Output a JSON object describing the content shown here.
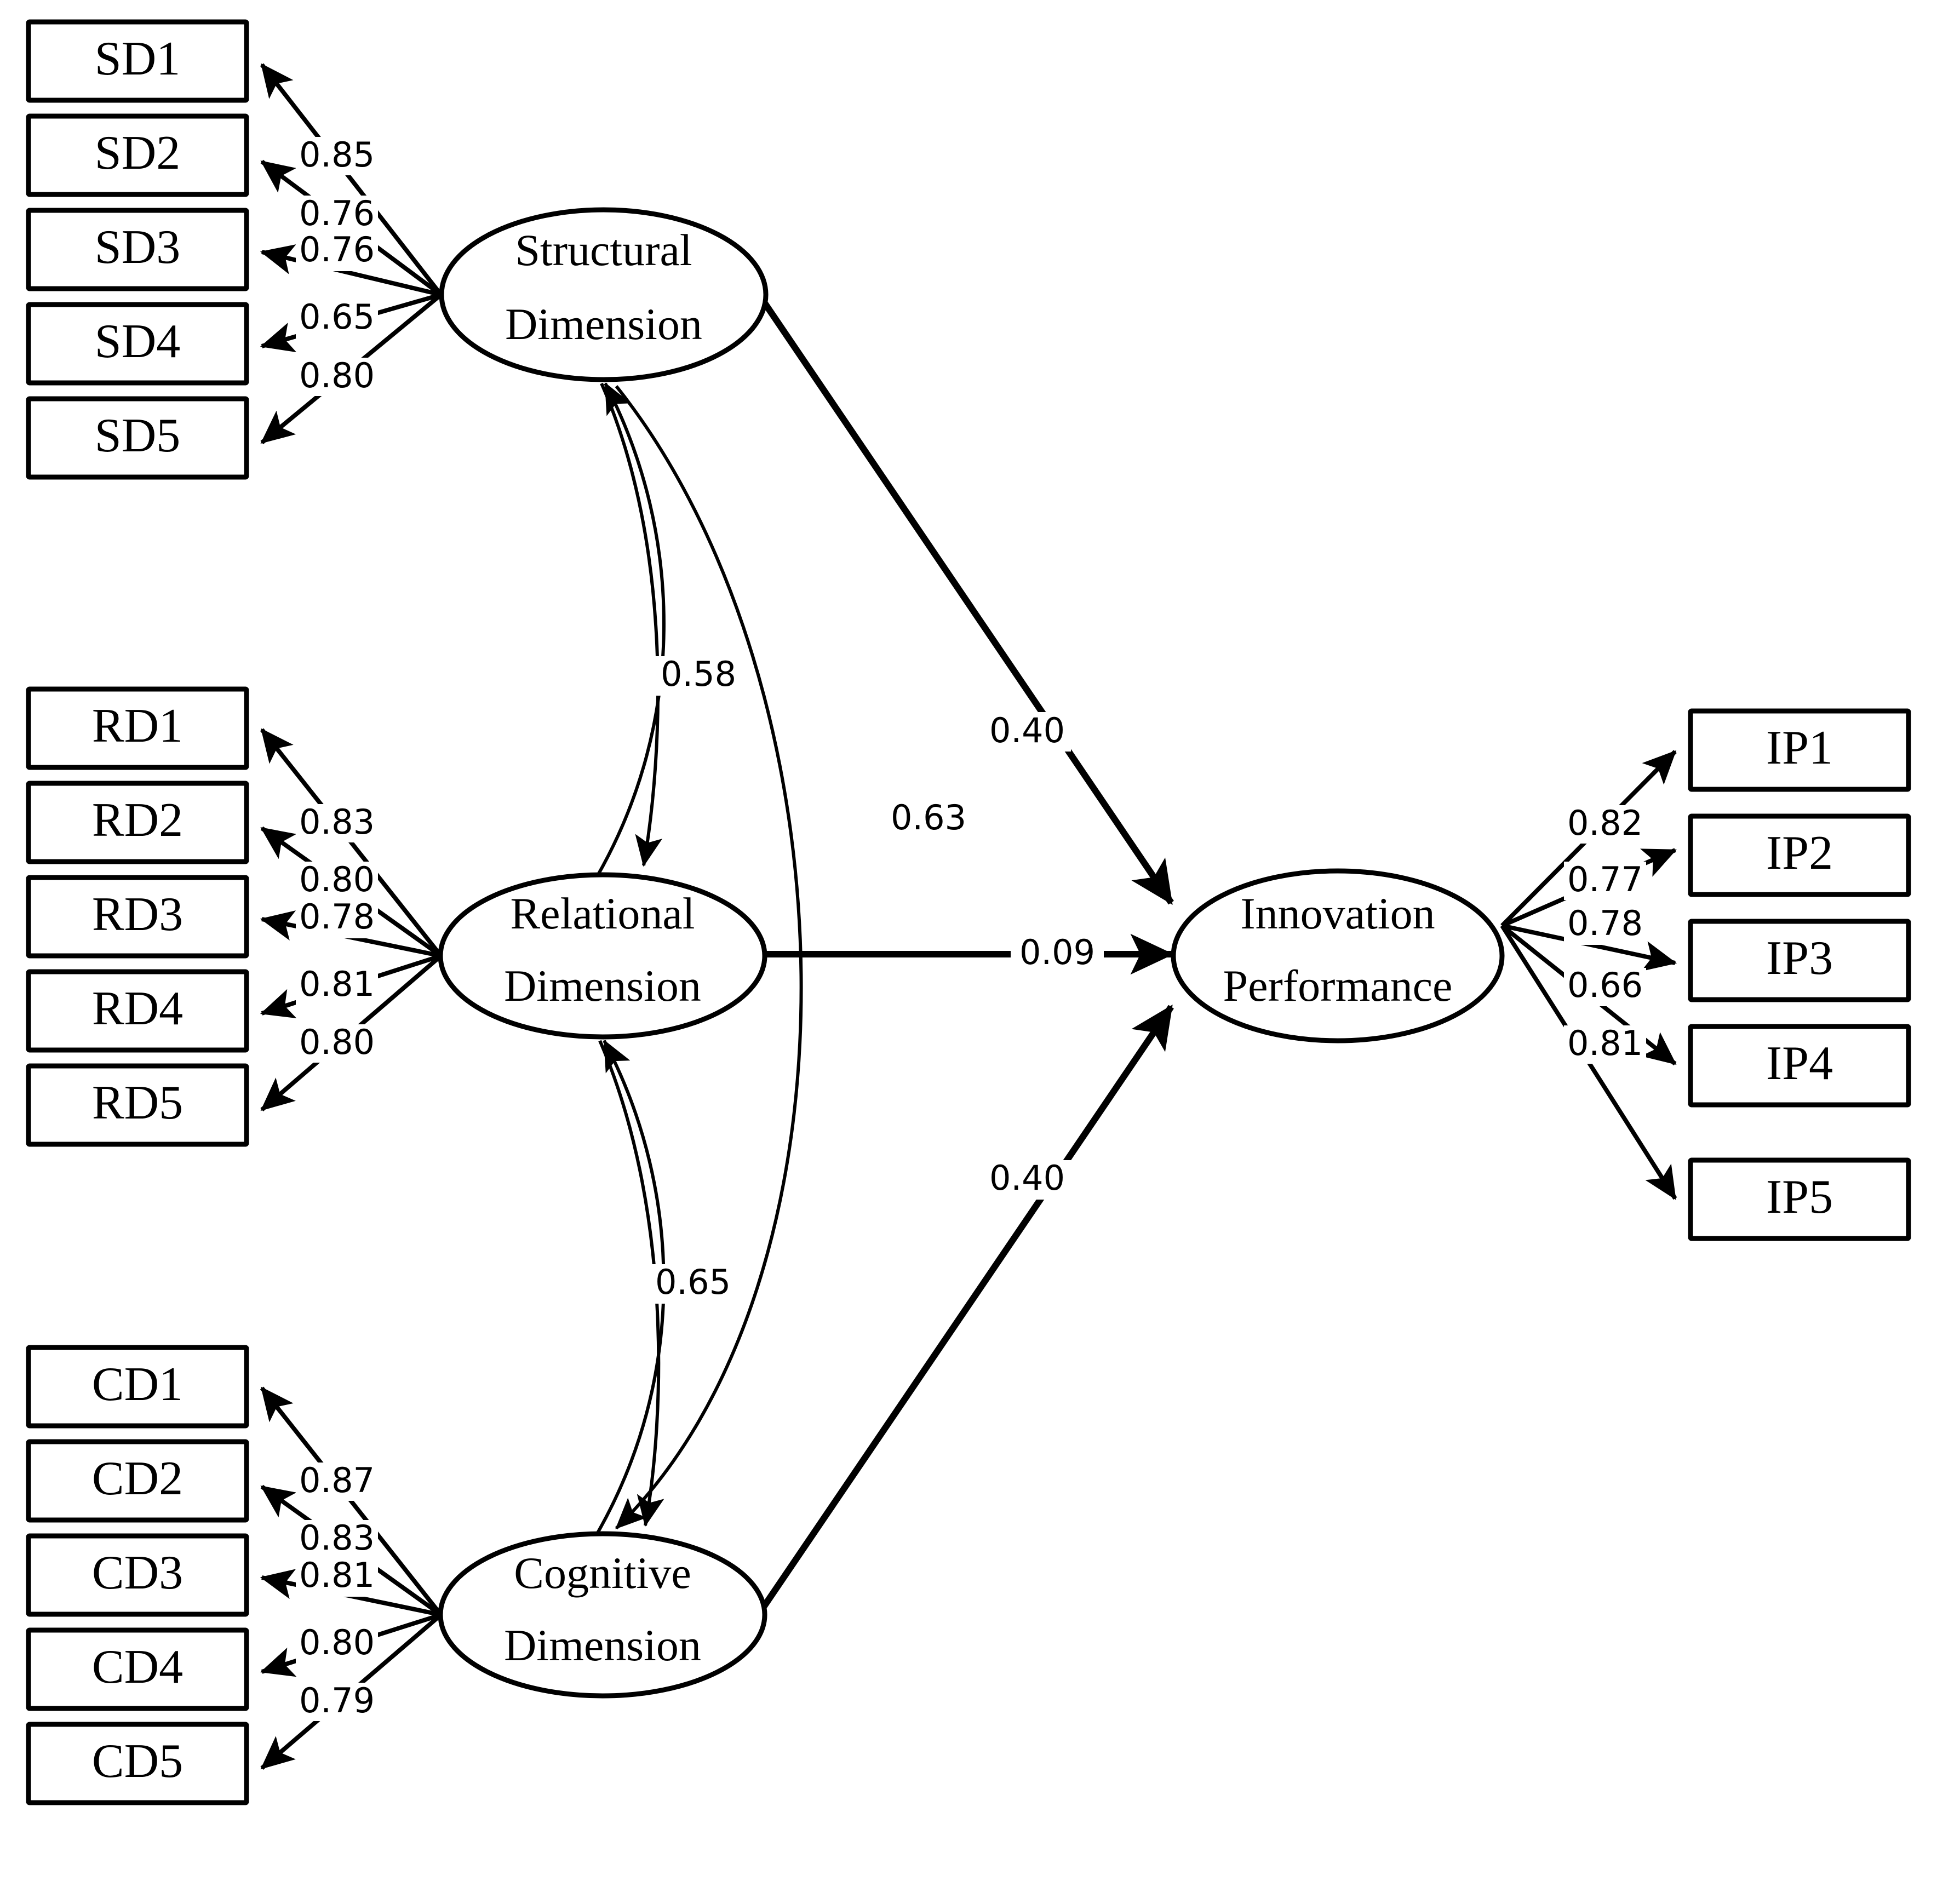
{
  "diagram": {
    "type": "structural-equation-model",
    "latent_variables": [
      {
        "id": "SD",
        "label_line1": "Structural",
        "label_line2": "Dimension"
      },
      {
        "id": "RD",
        "label_line1": "Relational",
        "label_line2": "Dimension"
      },
      {
        "id": "CD",
        "label_line1": "Cognitive",
        "label_line2": "Dimension"
      },
      {
        "id": "IP",
        "label_line1": "Innovation",
        "label_line2": "Performance"
      }
    ],
    "indicator_blocks": [
      {
        "latent": "SD",
        "side": "left",
        "indicators": [
          {
            "name": "SD1",
            "loading": "0.85"
          },
          {
            "name": "SD2",
            "loading": "0.76"
          },
          {
            "name": "SD3",
            "loading": "0.76"
          },
          {
            "name": "SD4",
            "loading": "0.65"
          },
          {
            "name": "SD5",
            "loading": "0.80"
          }
        ]
      },
      {
        "latent": "RD",
        "side": "left",
        "indicators": [
          {
            "name": "RD1",
            "loading": "0.83"
          },
          {
            "name": "RD2",
            "loading": "0.80"
          },
          {
            "name": "RD3",
            "loading": "0.78"
          },
          {
            "name": "RD4",
            "loading": "0.81"
          },
          {
            "name": "RD5",
            "loading": "0.80"
          }
        ]
      },
      {
        "latent": "CD",
        "side": "left",
        "indicators": [
          {
            "name": "CD1",
            "loading": "0.87"
          },
          {
            "name": "CD2",
            "loading": "0.83"
          },
          {
            "name": "CD3",
            "loading": "0.81"
          },
          {
            "name": "CD4",
            "loading": "0.80"
          },
          {
            "name": "CD5",
            "loading": "0.79"
          }
        ]
      },
      {
        "latent": "IP",
        "side": "right",
        "indicators": [
          {
            "name": "IP1",
            "loading": "0.82"
          },
          {
            "name": "IP2",
            "loading": "0.77"
          },
          {
            "name": "IP3",
            "loading": "0.78"
          },
          {
            "name": "IP4",
            "loading": "0.66"
          },
          {
            "name": "IP5",
            "loading": "0.81"
          }
        ]
      }
    ],
    "structural_paths": [
      {
        "from": "SD",
        "to": "IP",
        "coefficient": "0.40"
      },
      {
        "from": "RD",
        "to": "IP",
        "coefficient": "0.09"
      },
      {
        "from": "CD",
        "to": "IP",
        "coefficient": "0.40"
      }
    ],
    "correlations": [
      {
        "between": [
          "SD",
          "RD"
        ],
        "coefficient": "0.58"
      },
      {
        "between": [
          "SD",
          "CD"
        ],
        "coefficient": "0.63"
      },
      {
        "between": [
          "RD",
          "CD"
        ],
        "coefficient": "0.65"
      }
    ],
    "colors": {
      "stroke": "#000000",
      "fill": "#ffffff",
      "background": "#ffffff"
    }
  }
}
